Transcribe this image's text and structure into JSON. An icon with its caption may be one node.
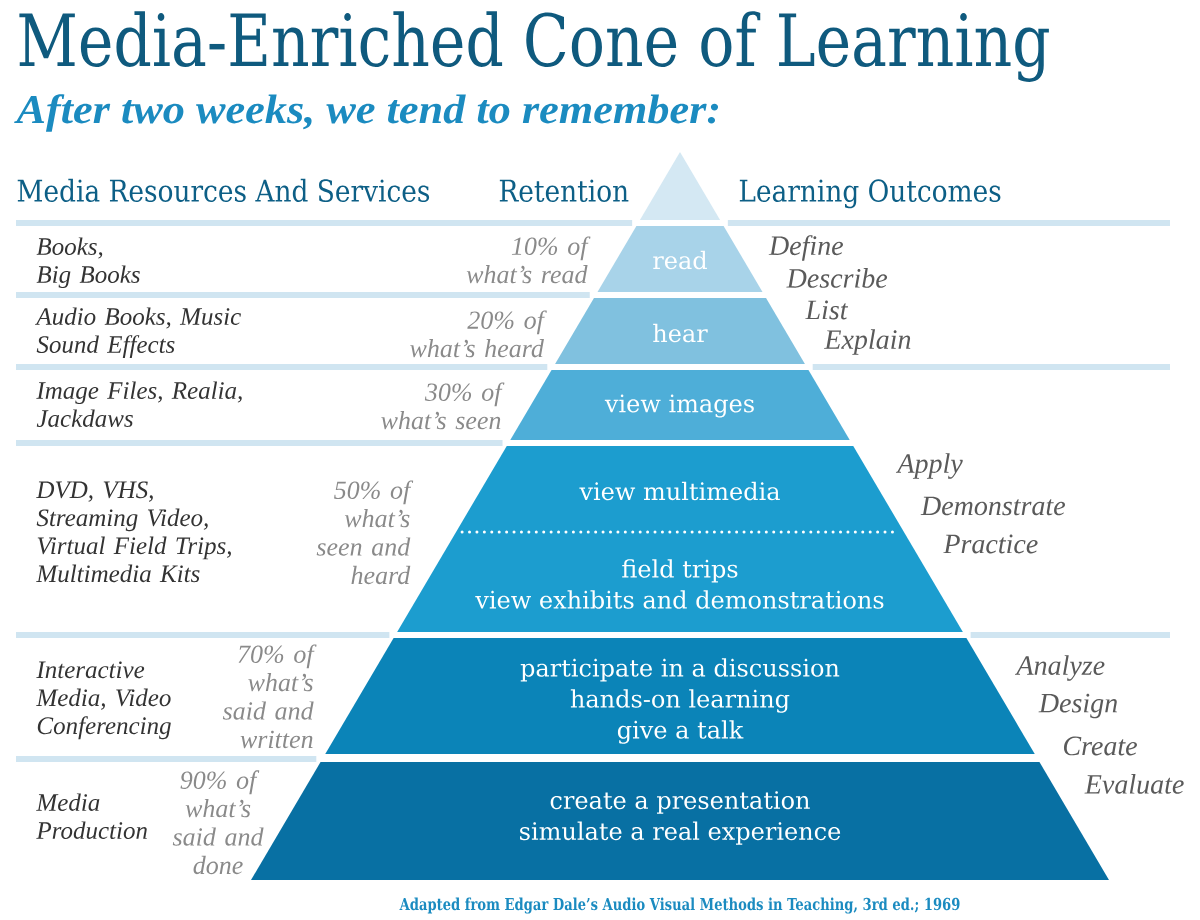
{
  "diagram": {
    "title": "Media-Enriched Cone of Learning",
    "caption": "Adapted from Edgar Dale’s Audio Visual Methods in Teaching, 3rd ed.; 1969",
    "nodes": [
      {
        "text": [],
        "shape": "triangle"
      },
      {
        "text": [
          "read"
        ]
      },
      {
        "text": [
          "hear"
        ]
      },
      {
        "text": [
          "view images"
        ]
      },
      {
        "text": [
          "view multimedia",
          "field trips",
          "view exhibits and demonstrations"
        ]
      },
      {
        "text": [
          "participate in a discussion",
          "hands-on learning",
          "give a talk"
        ]
      },
      {
        "text": [
          "create a presentation",
          "simulate a real experience"
        ]
      }
    ],
    "labels": [
      "After two weeks, we tend to remember:",
      "Media Resources And Services",
      "Retention",
      "Learning Outcomes",
      "Books, Big Books",
      "10% of what’s read",
      "Define",
      "Describe",
      "List",
      "Explain",
      "Audio Books, Music Sound Effects",
      "20% of what’s heard",
      "Image Files, Realia, Jackdaws",
      "30% of what’s seen",
      "DVD, VHS, Streaming Video, Virtual Field Trips, Multimedia Kits",
      "50% of what’s seen and heard",
      "Apply",
      "Demonstrate",
      "Practice",
      "Interactive Media, Video Conferencing",
      "70% of what’s said and written",
      "Analyze",
      "Design",
      "Create",
      "Evaluate",
      "Media Production",
      "90% of what’s said and done"
    ]
  }
}
